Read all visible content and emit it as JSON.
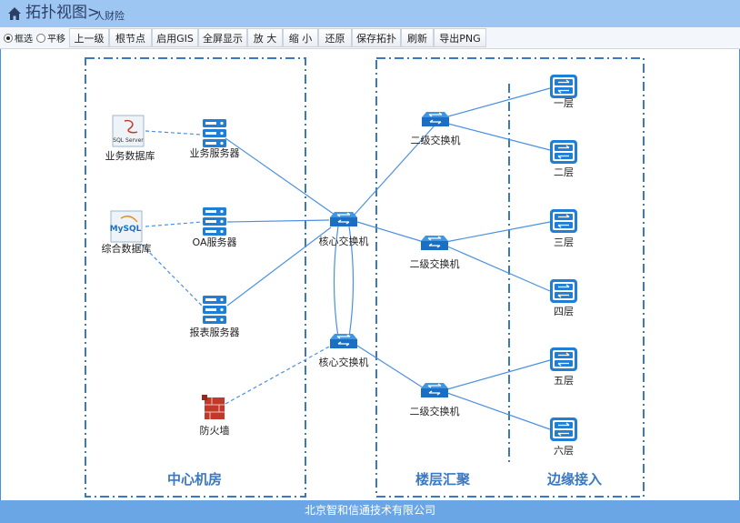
{
  "header": {
    "title": "拓扑视图",
    "separator": ">",
    "subtitle": "人财险"
  },
  "toolbar": {
    "mode_select": "框选",
    "mode_pan": "平移",
    "buttons": [
      "上一级",
      "根节点",
      "启用GIS",
      "全屏显示",
      "放 大",
      "缩 小",
      "还原",
      "保存拓扑",
      "刷新",
      "导出PNG"
    ]
  },
  "zones": {
    "center": "中心机房",
    "aggregation": "楼层汇聚",
    "edge": "边缘接入"
  },
  "nodes": {
    "db_business": "业务数据库",
    "db_business_logo": "SQL Server",
    "db_general": "综合数据库",
    "db_general_logo": "MySQL",
    "srv_business": "业务服务器",
    "srv_oa": "OA服务器",
    "srv_report": "报表服务器",
    "firewall": "防火墙",
    "core1": "核心交换机",
    "core2": "核心交换机",
    "agg1": "二级交换机",
    "agg2": "二级交换机",
    "agg3": "二级交换机",
    "floor1": "一层",
    "floor2": "二层",
    "floor3": "三层",
    "floor4": "四层",
    "floor5": "五层",
    "floor6": "六层"
  },
  "footer": {
    "company": "北京智和信通技术有限公司"
  },
  "colors": {
    "header_bg": "#9ec6f2",
    "accent": "#3b78c2",
    "link": "#4a90e2",
    "footer_bg": "#6aa6e6",
    "firewall": "#c0392b"
  }
}
